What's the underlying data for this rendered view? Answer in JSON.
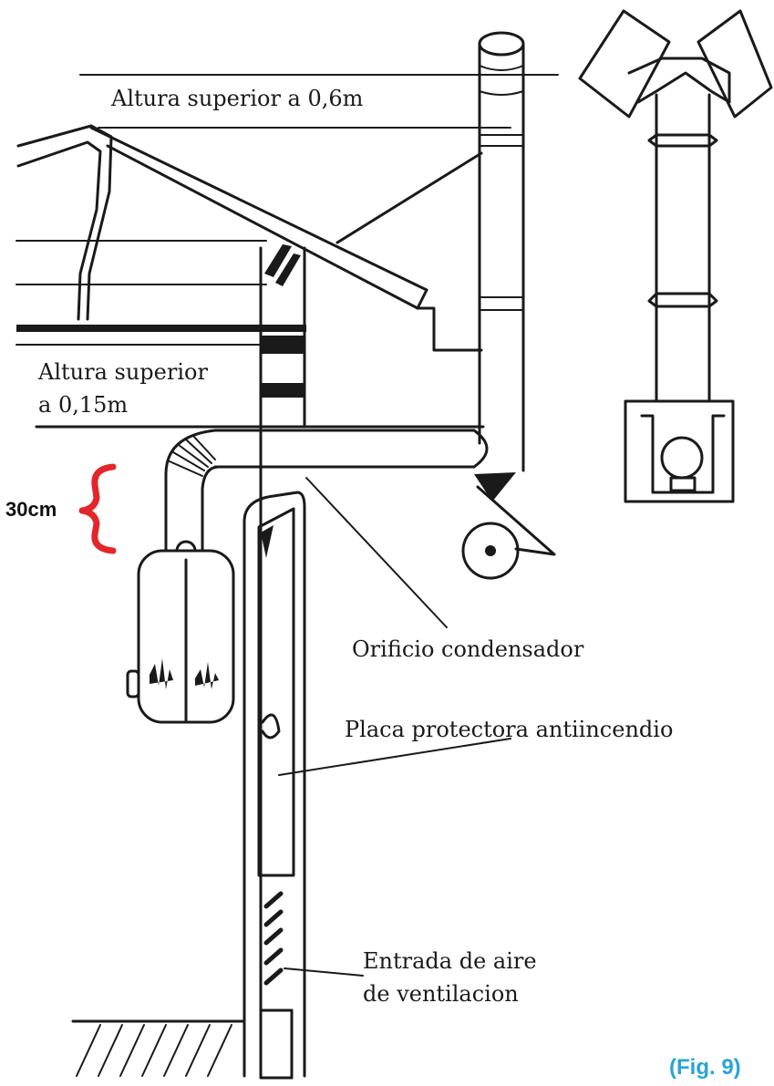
{
  "labels": {
    "height_top": "Altura superior a 0,6m",
    "height_lower_line1": "Altura superior",
    "height_lower_line2": "a 0,15m",
    "condenser_hole": "Orificio condensador",
    "fire_plate": "Placa protectora antiincendio",
    "air_inlet_line1": "Entrada de aire",
    "air_inlet_line2": "de ventilacion",
    "distance": "30cm",
    "figure": "(Fig. 9)"
  },
  "colors": {
    "line": "#1a1a1a",
    "dimension_brace": "#e3262b",
    "figure_label": "#2aa4d8"
  }
}
